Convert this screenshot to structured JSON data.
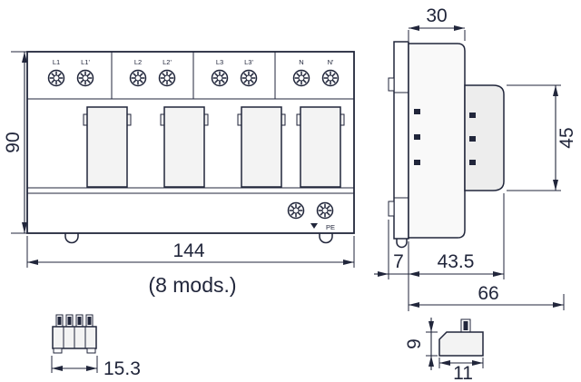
{
  "front_view": {
    "terminal_labels": [
      "L1",
      "L1'",
      "L2",
      "L2'",
      "L3",
      "L3'",
      "N",
      "N'"
    ],
    "pe_label": "PE",
    "dim_height": "90",
    "dim_width": "144",
    "modules_note": "(8 mods.)"
  },
  "side_view": {
    "dim_top_width": "30",
    "dim_module_height": "45",
    "dim_rail_depth": "7",
    "dim_body_depth": "43.5",
    "dim_total_depth": "66"
  },
  "terminal_block_detail": {
    "dim_width": "15.3"
  },
  "plug_detail": {
    "dim_height": "9",
    "dim_width": "11"
  },
  "colors": {
    "line": "#21263b",
    "fill_light": "#f3f3f3",
    "background": "#ffffff"
  },
  "icons": {
    "ground_arrow": "triangle-down",
    "screw_terminal": "knurled-screw-circle"
  }
}
